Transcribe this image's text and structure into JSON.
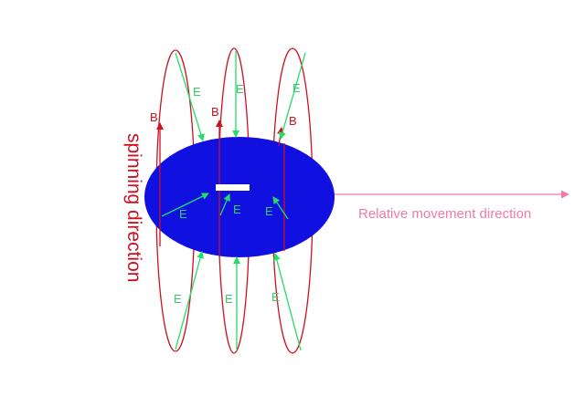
{
  "colors": {
    "body_fill": "#1010e0",
    "b_field": "#cc1122",
    "e_field": "#22dd66",
    "charge_bar": "#ffffff",
    "movement_arrow": "#f07aa8"
  },
  "labels": {
    "spinning_direction": "spinning direction",
    "relative_movement": "Relative movement direction",
    "b_symbol": "B",
    "e_symbol": "E"
  }
}
